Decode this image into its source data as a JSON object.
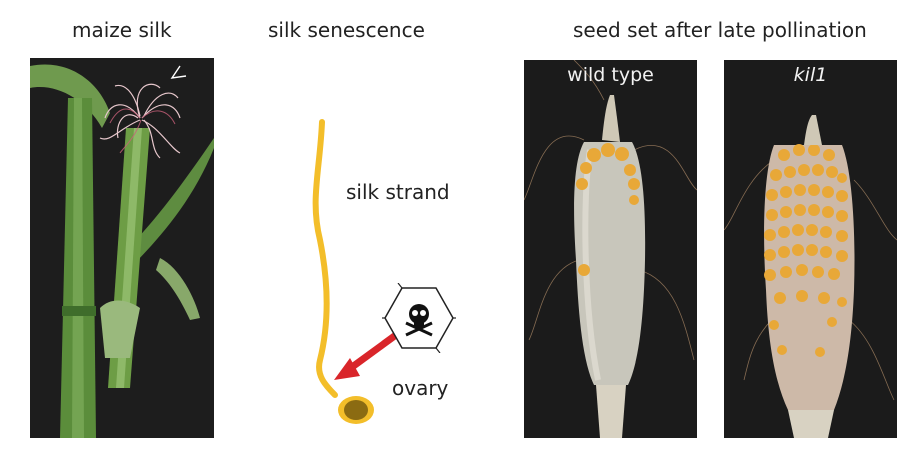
{
  "headers": {
    "maize_silk": "maize silk",
    "silk_senescence": "silk senescence",
    "seed_set": "seed set after late pollination"
  },
  "labels": {
    "silk_strand": "silk strand",
    "ovary": "ovary"
  },
  "photo_labels": {
    "wild_type": "wild type",
    "mutant": "kil1"
  },
  "colors": {
    "silk": "#f3be2a",
    "ovary_fill": "#8b6b12",
    "arrow": "#d9252a",
    "kernel": "#e8a838",
    "photo_background": "#1b1b1b"
  },
  "icons": {
    "toxin": "skull-crossbones-hexagon-icon"
  }
}
